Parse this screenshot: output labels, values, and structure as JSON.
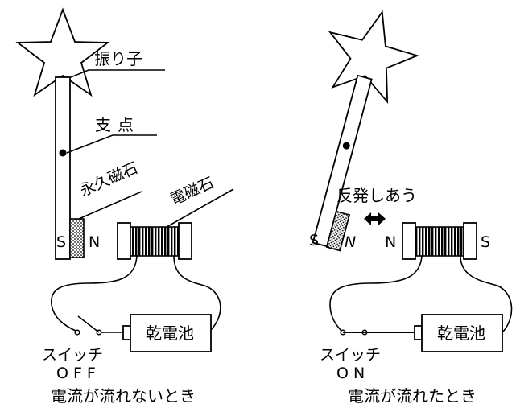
{
  "left_panel": {
    "pendulum_label": "振り子",
    "fulcrum_label": "支点",
    "permanent_magnet_label": "永久磁石",
    "electromagnet_label": "電磁石",
    "pole_s": "S",
    "pole_n": "N",
    "battery_label": "乾電池",
    "switch_label": "スイッチ",
    "switch_state": "OFF",
    "caption": "電流が流れないとき"
  },
  "right_panel": {
    "repel_label": "反発しあう",
    "magnet_pole_s": "S",
    "magnet_pole_n": "N",
    "coil_pole_n": "N",
    "coil_pole_s": "S",
    "battery_label": "乾電池",
    "switch_label": "スイッチ",
    "switch_state": "ON",
    "caption": "電流が流れたとき"
  }
}
